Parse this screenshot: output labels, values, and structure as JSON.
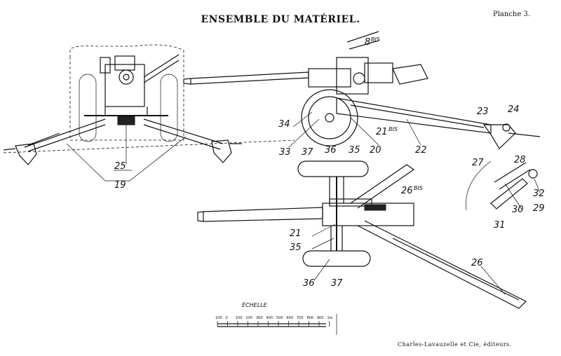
{
  "header": {
    "title": "ENSEMBLE DU MATÉRIEL.",
    "plate": "Planche 3."
  },
  "footer": {
    "publisher": "Charles-Lavauzelle et Cie, éditeurs."
  },
  "scale": {
    "title": "ÉCHELLE",
    "ticks": [
      "100",
      "0",
      "100",
      "200",
      "300",
      "400",
      "500",
      "600",
      "700",
      "800",
      "900",
      "1m"
    ]
  },
  "labels": {
    "l19": "19",
    "l20": "20",
    "l21bis": "21",
    "bis_suffix": "BIS",
    "l21": "21",
    "l22": "22",
    "l23": "23",
    "l24": "24",
    "l25": "25",
    "l26": "26",
    "l26bis": "26",
    "l27": "27",
    "l28": "28",
    "l29": "29",
    "l30": "30",
    "l31": "31",
    "l32": "32",
    "l33": "33",
    "l34": "34",
    "l35a": "35",
    "l35b": "35",
    "l36a": "36",
    "l36b": "36",
    "l37a": "37",
    "l37b": "37",
    "l8bis": "8"
  }
}
